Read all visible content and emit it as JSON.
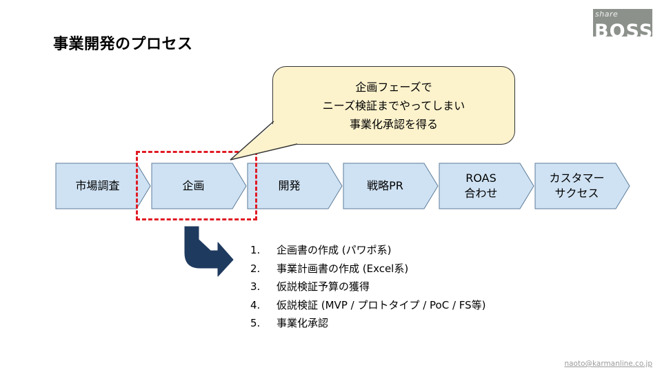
{
  "logo": {
    "small": "share",
    "big": "BOSS"
  },
  "title": "事業開発のプロセス",
  "callout": {
    "lines": [
      "企画フェーズで",
      "ニーズ検証までやってしまい",
      "事業化承認を得る"
    ]
  },
  "steps": [
    {
      "lines": [
        "市場調査"
      ]
    },
    {
      "lines": [
        "企画"
      ]
    },
    {
      "lines": [
        "開発"
      ]
    },
    {
      "lines": [
        "戦略PR"
      ]
    },
    {
      "lines": [
        "ROAS",
        "合わせ"
      ]
    },
    {
      "lines": [
        "カスタマー",
        "サクセス"
      ]
    }
  ],
  "tasks": [
    {
      "num": "1.",
      "text": "企画書の作成 (パワポ系)"
    },
    {
      "num": "2.",
      "text": "事業計画書の作成 (Excel系)"
    },
    {
      "num": "3.",
      "text": "仮説検証予算の獲得"
    },
    {
      "num": "4.",
      "text": "仮説検証 (MVP / プロトタイプ / PoC / FS等)"
    },
    {
      "num": "5.",
      "text": "事業化承認"
    }
  ],
  "footer": {
    "email": "naoto@karmanline.co.jp"
  },
  "colors": {
    "step_fill": "#cfe2f3",
    "step_stroke": "#5b7b98",
    "highlight": "#e01b24",
    "arrow": "#1f3a5f",
    "callout_fill": "#fcf2cc"
  }
}
